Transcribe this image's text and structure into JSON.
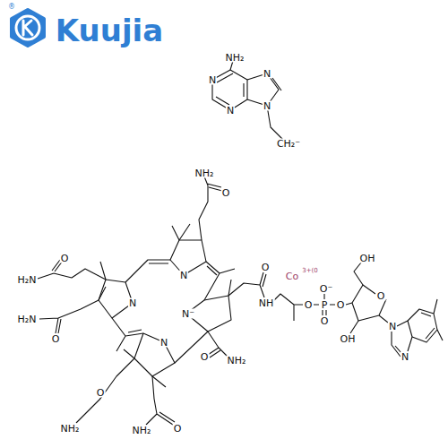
{
  "diagram": {
    "labels": [
      "®",
      "Kuujia",
      "NH₂",
      "N",
      "N",
      "N",
      "N",
      "CH₂⁻",
      "NH₂",
      "O",
      "N",
      "H₂N",
      "O",
      "N",
      "H₂N",
      "O",
      "N⁻",
      "N",
      "O",
      "NH₂",
      "O",
      "NH₂",
      "NH₂",
      "O",
      "O",
      "NH",
      "Co",
      "3+(0",
      "O",
      "P",
      "O⁻",
      "O",
      "O",
      "OH",
      "O",
      "OH",
      "N",
      "N"
    ]
  }
}
